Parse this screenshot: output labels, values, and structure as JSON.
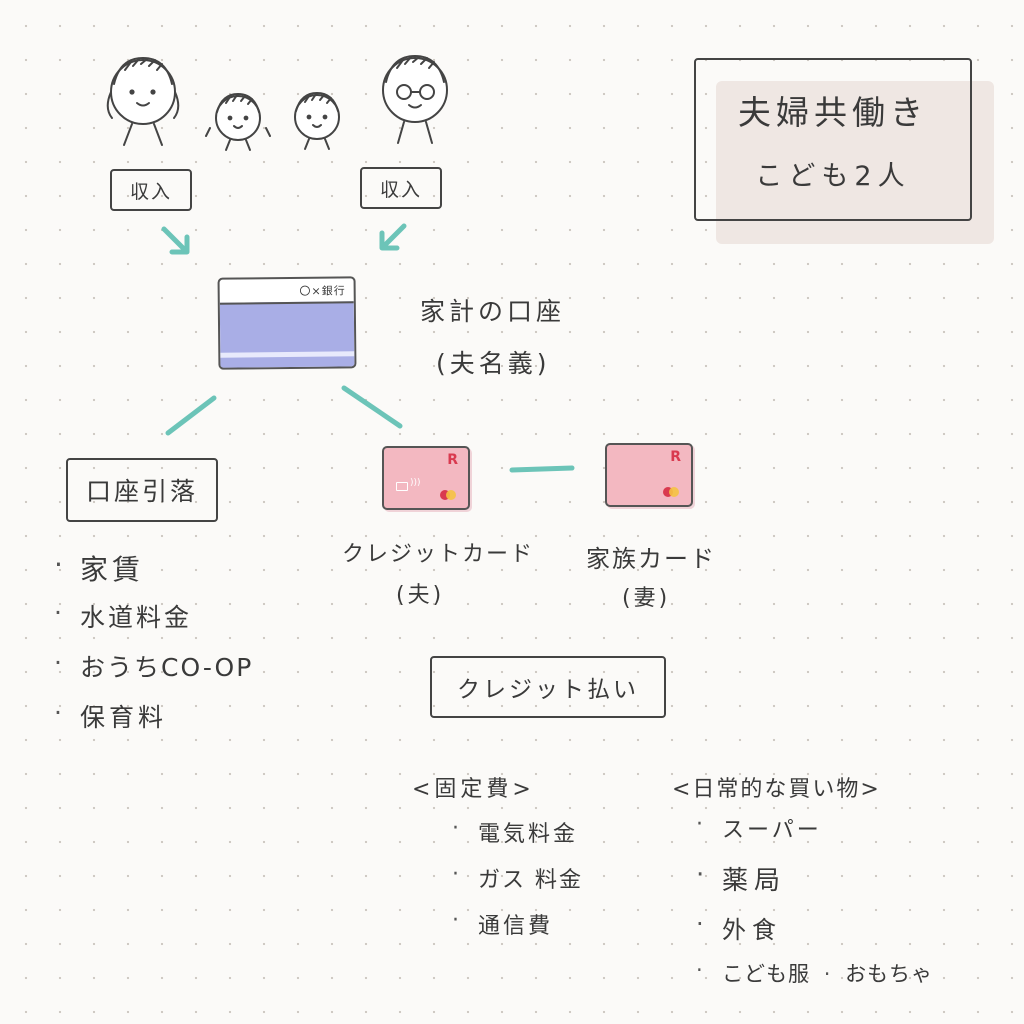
{
  "title_box": {
    "line1": "夫婦共働き",
    "line2": "こども2人"
  },
  "income_left": "収入",
  "income_right": "収入",
  "bank": {
    "card_label": "〇×銀行",
    "account_line1": "家計の口座",
    "account_line2": "(夫名義)"
  },
  "debit": {
    "label": "口座引落",
    "items": [
      "家賃",
      "水道料金",
      "おうちCO-OP",
      "保育料"
    ]
  },
  "cards": {
    "husband_line1": "クレジットカード",
    "husband_line2": "(夫)",
    "family_line1": "家族カード",
    "family_line2": "(妻)",
    "logo_mark": "R"
  },
  "credit": {
    "label": "クレジット払い",
    "fixed_title": "<固定費>",
    "fixed_items": [
      "電気料金",
      "ガス 料金",
      "通信費"
    ],
    "daily_title": "<日常的な買い物>",
    "daily_items": [
      "スーパー",
      "薬局",
      "外食"
    ],
    "daily_last_a": "こども服",
    "daily_last_b": "おもちゃ"
  },
  "colors": {
    "arrow": "#6cc4b8",
    "bank_card": "#a9aee6",
    "credit_card": "#f3b8c1",
    "title_shadow": "#efe7e3"
  }
}
